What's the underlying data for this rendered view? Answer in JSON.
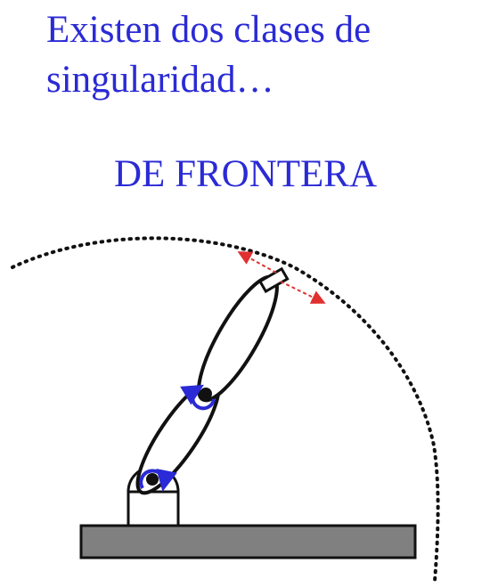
{
  "slide": {
    "title_line1": "Existen dos clases de",
    "title_line2": "singularidad…",
    "subtitle": "DE FRONTERA"
  },
  "colors": {
    "text": "#2a2ad6",
    "joint_arrow": "#2a2ad6",
    "velocity_arrow": "#e03030",
    "base_fill": "#808080",
    "workspace_boundary": "#111111"
  }
}
